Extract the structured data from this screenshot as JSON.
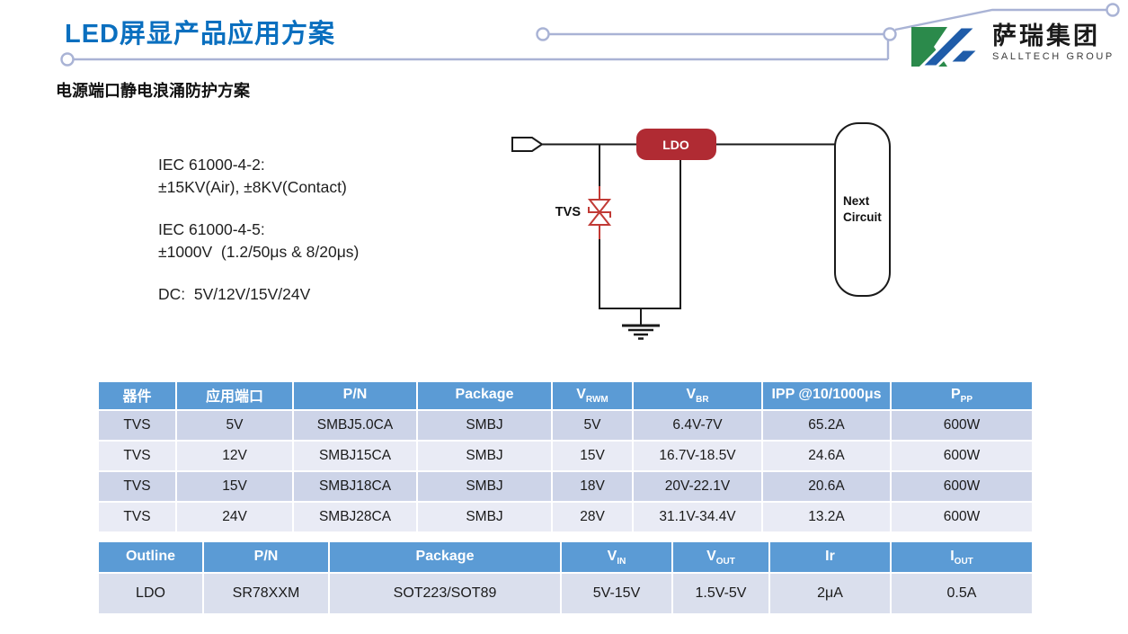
{
  "page": {
    "title": "LED屏显产品应用方案",
    "subtitle": "电源端口静电浪涌防护方案"
  },
  "logo": {
    "name_cn": "萨瑞集团",
    "name_en": "SALLTECH GROUP",
    "green": "#2B8A4B",
    "blue": "#1F5CA9"
  },
  "specs": {
    "lines": [
      "IEC 61000-4-2:",
      "±15KV(Air), ±8KV(Contact)",
      "IEC 61000-4-5:",
      "±1000V  (1.2/50μs & 8/20μs)",
      "DC:  5V/12V/15V/24V"
    ]
  },
  "circuit": {
    "tvs_label": "TVS",
    "ldo_label": "LDO",
    "next_line1": "Next",
    "next_line2": "Circuit"
  },
  "colors": {
    "title_blue": "#0A6FBF",
    "table_header_blue": "#5B9BD5",
    "row_band_dark": "#CDD4E8",
    "row_band_light": "#E9EBF5",
    "ldo_red": "#B02B33",
    "diode_red": "#C13A35",
    "trace_periwinkle": "#A9B3D5"
  },
  "tvs_table": {
    "headers": [
      {
        "main": "器件",
        "sub": ""
      },
      {
        "main": "应用端口",
        "sub": ""
      },
      {
        "main": "P/N",
        "sub": ""
      },
      {
        "main": "Package",
        "sub": ""
      },
      {
        "main": "V",
        "sub": "RWM"
      },
      {
        "main": "V",
        "sub": "BR"
      },
      {
        "main": "IPP @10/1000μs",
        "sub": ""
      },
      {
        "main": "P",
        "sub": "PP"
      }
    ],
    "rows": [
      [
        "TVS",
        "5V",
        "SMBJ5.0CA",
        "SMBJ",
        "5V",
        "6.4V-7V",
        "65.2A",
        "600W"
      ],
      [
        "TVS",
        "12V",
        "SMBJ15CA",
        "SMBJ",
        "15V",
        "16.7V-18.5V",
        "24.6A",
        "600W"
      ],
      [
        "TVS",
        "15V",
        "SMBJ18CA",
        "SMBJ",
        "18V",
        "20V-22.1V",
        "20.6A",
        "600W"
      ],
      [
        "TVS",
        "24V",
        "SMBJ28CA",
        "SMBJ",
        "28V",
        "31.1V-34.4V",
        "13.2A",
        "600W"
      ]
    ]
  },
  "ldo_table": {
    "headers": [
      {
        "main": "Outline",
        "sub": ""
      },
      {
        "main": "P/N",
        "sub": ""
      },
      {
        "main": "Package",
        "sub": ""
      },
      {
        "main": "V",
        "sub": "IN"
      },
      {
        "main": "V",
        "sub": "OUT"
      },
      {
        "main": "Ir",
        "sub": ""
      },
      {
        "main": "I",
        "sub": "OUT"
      }
    ],
    "rows": [
      [
        "LDO",
        "SR78XXM",
        "SOT223/SOT89",
        "5V-15V",
        "1.5V-5V",
        "2μA",
        "0.5A"
      ]
    ]
  }
}
